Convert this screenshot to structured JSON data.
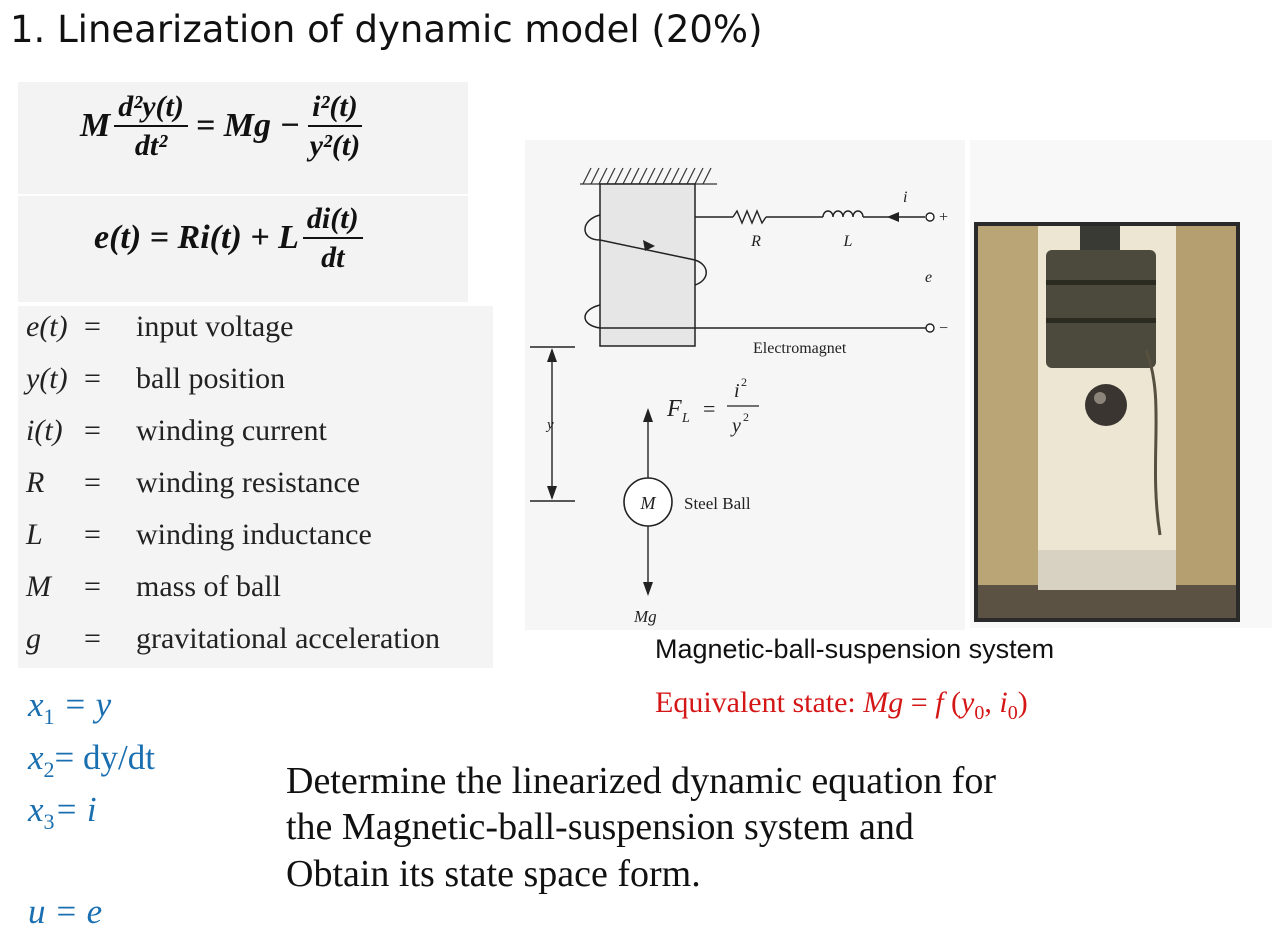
{
  "title": "1. Linearization of dynamic model (20%)",
  "equations": {
    "motion": {
      "lhs_coef": "M",
      "lhs_num": "d²y(t)",
      "lhs_den": "dt²",
      "rhs_term": "= Mg −",
      "rhs_num": "i²(t)",
      "rhs_den": "y²(t)"
    },
    "electrical": {
      "lhs": "e(t) = Ri(t) + L",
      "num": "di(t)",
      "den": "dt"
    }
  },
  "definitions": [
    {
      "symbol": "e(t)",
      "eq": "=",
      "meaning": "input voltage"
    },
    {
      "symbol": "y(t)",
      "eq": "=",
      "meaning": "ball position"
    },
    {
      "symbol": "i(t)",
      "eq": "=",
      "meaning": "winding current"
    },
    {
      "symbol": "R",
      "eq": "=",
      "meaning": "winding resistance"
    },
    {
      "symbol": "L",
      "eq": "=",
      "meaning": "winding inductance"
    },
    {
      "symbol": "M",
      "eq": "=",
      "meaning": "mass of ball"
    },
    {
      "symbol": "g",
      "eq": "=",
      "meaning": "gravitational acceleration"
    }
  ],
  "state_vars": {
    "x1": {
      "name": "x",
      "sub": "1",
      "rhs": " =  y"
    },
    "x2": {
      "name": "x",
      "sub": "2",
      "rhs": "= dy/dt"
    },
    "x3": {
      "name": "x",
      "sub": "3",
      "rhs": "= i"
    },
    "u": {
      "text": "u = e"
    }
  },
  "diagram": {
    "resistor_label": "R",
    "inductor_label": "L",
    "current_label": "i",
    "plus": "+",
    "minus": "−",
    "voltage_label": "e",
    "electromagnet_label": "Electromagnet",
    "y_label": "y",
    "force_label": "F",
    "force_sub": "L",
    "force_eq": "=",
    "force_num": "i",
    "force_num_exp": "2",
    "force_den": "y",
    "force_den_exp": "2",
    "ball_label": "M",
    "steel_ball_label": "Steel Ball",
    "weight_label": "Mg"
  },
  "caption": "Magnetic-ball-suspension system",
  "equivalent_state": {
    "prefix": "Equivalent state: ",
    "expr": "Mg",
    "eq": " = ",
    "f": "f",
    "args_open": " (",
    "y0": "y",
    "y0_sub": "0",
    "comma": ", ",
    "i0": "i",
    "i0_sub": "0",
    "args_close": ")"
  },
  "task_lines": [
    "Determine the linearized dynamic equation for",
    "the Magnetic-ball-suspension system and",
    "Obtain its state space form."
  ],
  "colors": {
    "state_vars": "#1a6fb0",
    "equivalent": "#d41616"
  }
}
